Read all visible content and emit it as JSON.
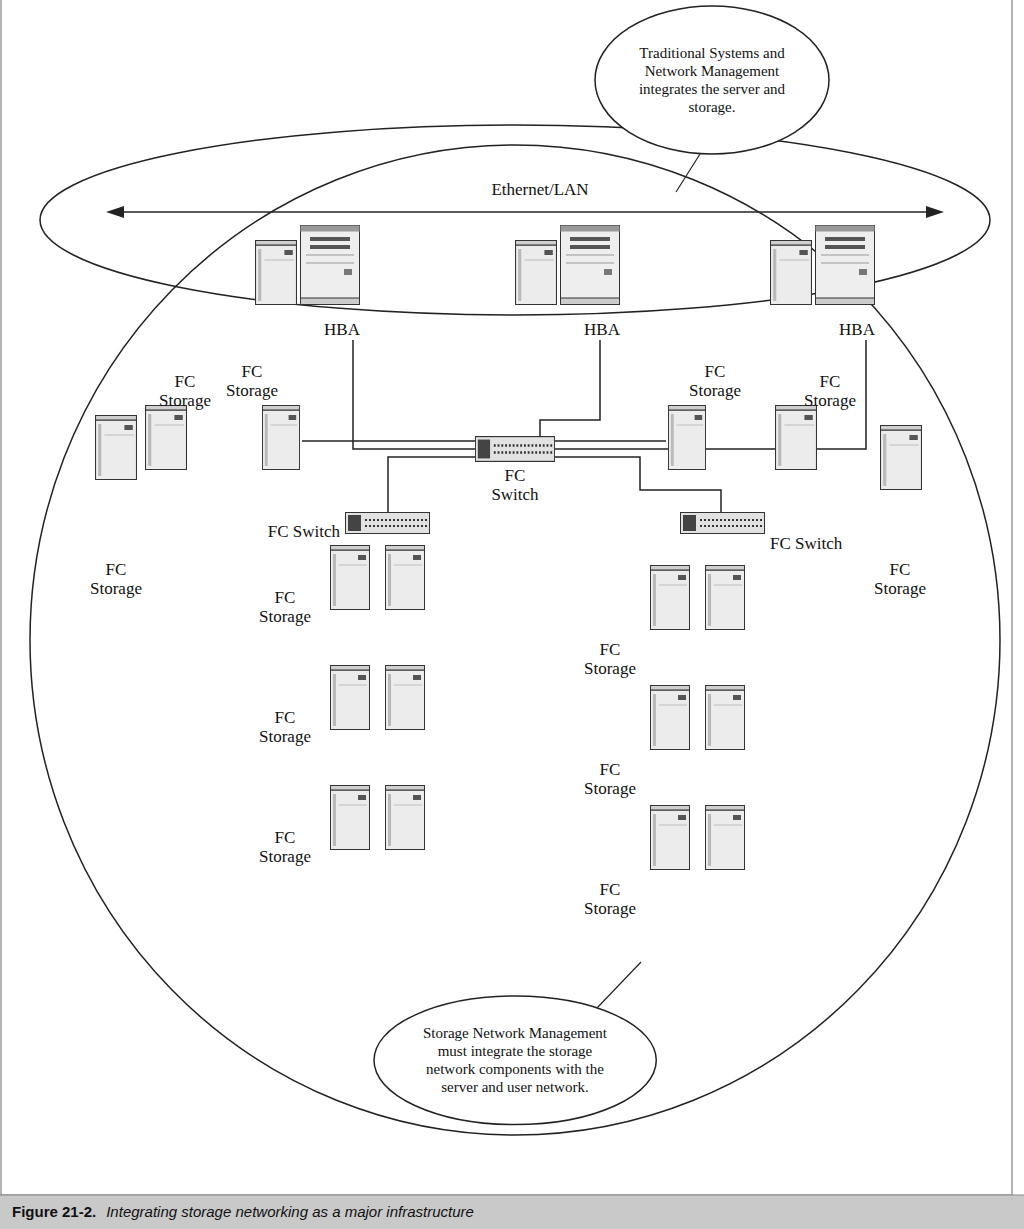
{
  "diagram": {
    "caption": "Integrating storage networking as a major infrastructure",
    "nodes": [
      {
        "text": [
          "Traditional Systems and Network Management integrates the server and storage."
        ]
      },
      {
        "text": [
          "HBA"
        ]
      },
      {
        "text": [
          "HBA"
        ]
      },
      {
        "text": [
          "HBA"
        ]
      },
      {
        "text": [
          "FC Storage"
        ]
      },
      {
        "text": [
          "FC Switch"
        ]
      },
      {
        "text": [
          "FC Storage"
        ]
      },
      {
        "text": [
          "FC Switch"
        ]
      },
      {
        "text": [
          "FC Switch"
        ]
      },
      {
        "text": [
          "Storage Network Management must integrate the storage network components with the server and user network."
        ]
      }
    ],
    "edges": [
      {
        "from": 1,
        "to": 5,
        "arrow": "none"
      },
      {
        "from": 2,
        "to": 5,
        "arrow": "none"
      },
      {
        "from": 3,
        "to": 5,
        "arrow": "none"
      },
      {
        "from": 5,
        "to": 4,
        "arrow": "none"
      },
      {
        "from": 5,
        "to": 6,
        "arrow": "none"
      },
      {
        "from": 5,
        "to": 7,
        "arrow": "none"
      },
      {
        "from": 5,
        "to": 8,
        "arrow": "none"
      }
    ],
    "labels": [
      "Ethernet/LAN",
      "FC Storage",
      "FC Storage",
      "FC Storage",
      "FC Storage",
      "FC Storage",
      "FC Storage",
      "FC Storage",
      "FC Storage",
      "FC Storage",
      "FC Storage",
      "Figure 21-2."
    ]
  }
}
